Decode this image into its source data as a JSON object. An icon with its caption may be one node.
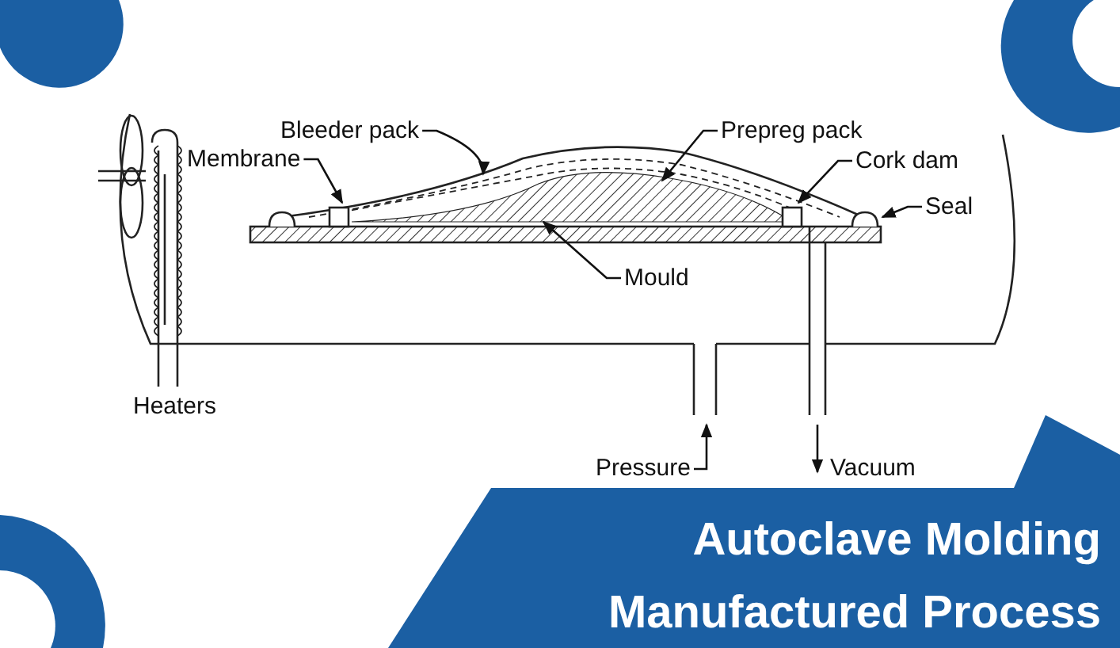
{
  "diagram": {
    "title": "Autoclave Molding Manufactured Process",
    "nodes": [
      {
        "text": [
          "Bleeder pack"
        ]
      },
      {
        "text": [
          "Membrane"
        ]
      },
      {
        "text": [
          "Prepreg pack"
        ]
      },
      {
        "text": [
          "Cork dam"
        ]
      },
      {
        "text": [
          "Seal"
        ]
      },
      {
        "text": [
          "Mould"
        ]
      }
    ],
    "edges": [
      {
        "from": 0,
        "to": null,
        "arrow": "to"
      },
      {
        "from": 1,
        "to": null,
        "arrow": "to"
      },
      {
        "from": 2,
        "to": null,
        "arrow": "to"
      },
      {
        "from": 3,
        "to": null,
        "arrow": "to"
      },
      {
        "from": 4,
        "to": null,
        "arrow": "to"
      },
      {
        "from": 5,
        "to": null,
        "arrow": "to"
      }
    ],
    "labels": [
      "Heaters",
      "Pressure",
      "Vacuum"
    ]
  }
}
